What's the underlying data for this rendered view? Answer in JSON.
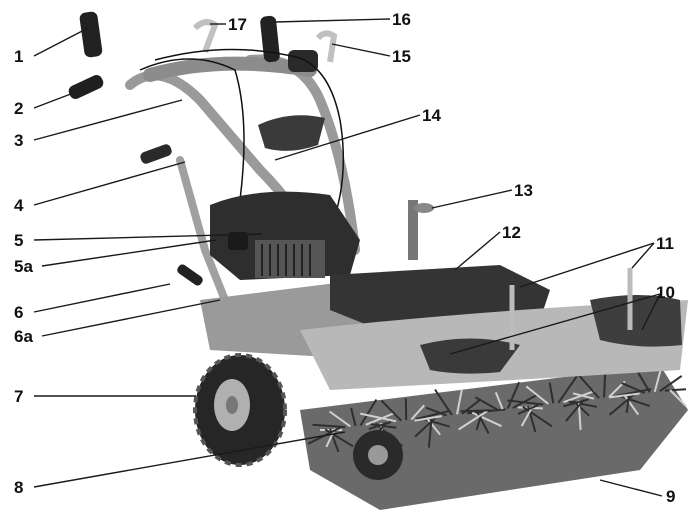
{
  "diagram": {
    "colors": {
      "line": "#1a1a1a",
      "housing": "#8a8a8a",
      "dark": "#2e2e2e",
      "light": "#cfcfcf",
      "bristle": "#3a3a3a",
      "tire": "#262626"
    },
    "callouts": [
      {
        "id": "1",
        "label": "1"
      },
      {
        "id": "2",
        "label": "2"
      },
      {
        "id": "3",
        "label": "3"
      },
      {
        "id": "4",
        "label": "4"
      },
      {
        "id": "5",
        "label": "5"
      },
      {
        "id": "5a",
        "label": "5a"
      },
      {
        "id": "6",
        "label": "6"
      },
      {
        "id": "6a",
        "label": "6a"
      },
      {
        "id": "7",
        "label": "7"
      },
      {
        "id": "8",
        "label": "8"
      },
      {
        "id": "9",
        "label": "9"
      },
      {
        "id": "10",
        "label": "10"
      },
      {
        "id": "11",
        "label": "11"
      },
      {
        "id": "12",
        "label": "12"
      },
      {
        "id": "13",
        "label": "13"
      },
      {
        "id": "14",
        "label": "14"
      },
      {
        "id": "15",
        "label": "15"
      },
      {
        "id": "16",
        "label": "16"
      },
      {
        "id": "17",
        "label": "17"
      }
    ]
  }
}
